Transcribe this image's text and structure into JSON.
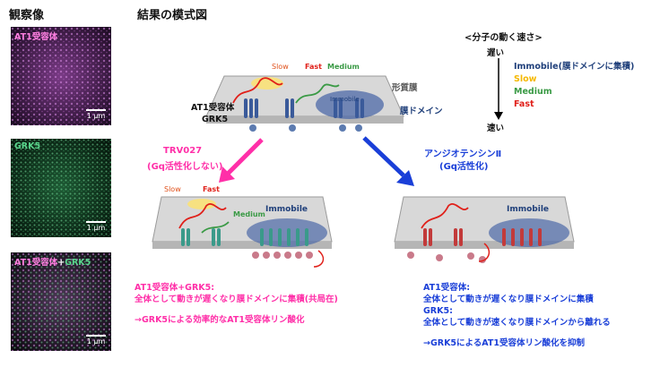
{
  "left_title": "観察像",
  "center_title": "結果の模式図",
  "micrographs": [
    {
      "label": "AT1受容体",
      "label_color": "#ff7fe0",
      "scale": "1 μm"
    },
    {
      "label": "GRK5",
      "label_color": "#59d68c",
      "scale": "1 μm"
    },
    {
      "label_a": "AT1受容体",
      "label_plus": "+",
      "label_b": "GRK5",
      "scale": "1 μm"
    }
  ],
  "legend": {
    "title": "<分子の動く速さ>",
    "slow_end": "遅い",
    "fast_end": "速い",
    "items": [
      {
        "label": "Immobile(膜ドメインに集積)",
        "color": "#1f3f7a"
      },
      {
        "label": "Slow",
        "color": "#f5b800"
      },
      {
        "label": "Medium",
        "color": "#3a9a45"
      },
      {
        "label": "Fast",
        "color": "#e0201a"
      }
    ]
  },
  "top_diagram": {
    "speed_slow": "Slow",
    "speed_fast": "Fast",
    "speed_medium": "Medium",
    "immobile": "Immobile",
    "membrane": "形質膜",
    "domain": "膜ドメイン",
    "receptor": "AT1受容体",
    "kinase": "GRK5"
  },
  "left_branch": {
    "ligand": "TRV027",
    "condition": "(Gq活性化しない)",
    "color": "#ff2fa8",
    "speed_slow": "Slow",
    "speed_fast": "Fast",
    "speed_medium": "Medium",
    "immobile": "Immobile",
    "result_lines": [
      "AT1受容体+GRK5:",
      "全体として動きが遅くなり膜ドメインに集積(共局在)",
      "→GRK5による効率的なAT1受容体リン酸化"
    ]
  },
  "right_branch": {
    "ligand": "アンジオテンシンⅡ",
    "condition": "(Gq活性化)",
    "color": "#1a3fd8",
    "immobile": "Immobile",
    "result_lines": [
      "AT1受容体:",
      "全体として動きが遅くなり膜ドメインに集積",
      "GRK5:",
      "全体として動きが速くなり膜ドメインから離れる",
      "→GRK5によるAT1受容体リン酸化を抑制"
    ]
  }
}
